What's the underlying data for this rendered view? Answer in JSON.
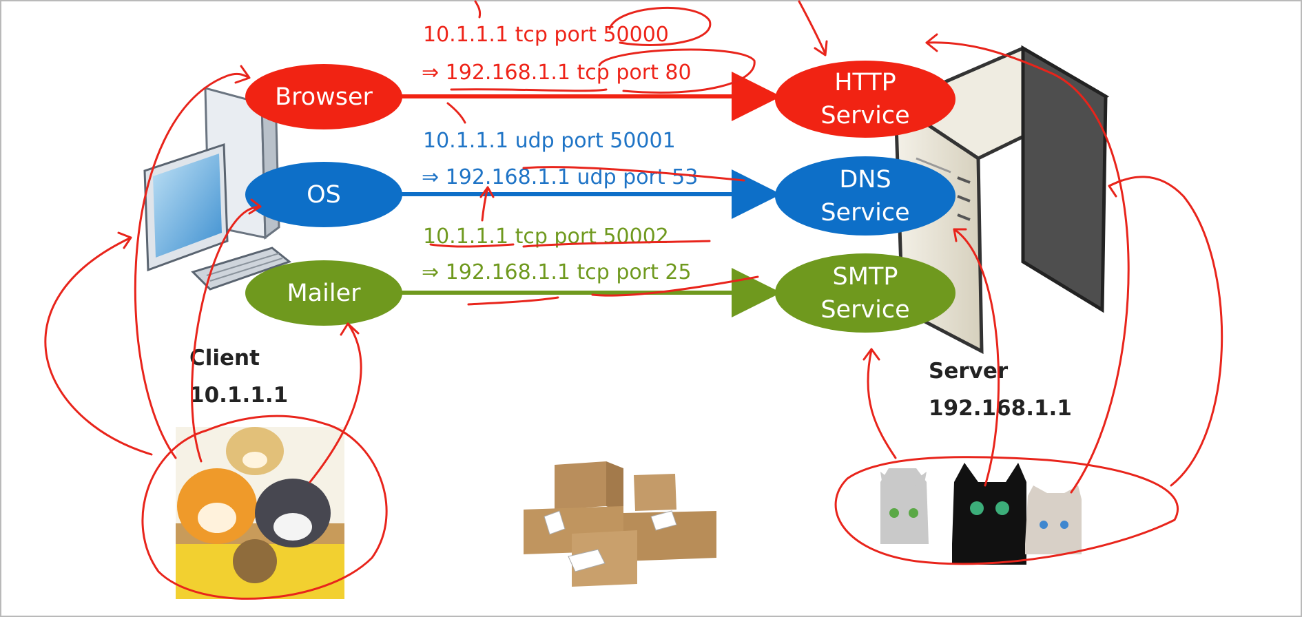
{
  "client": {
    "name": "Client",
    "ip": "10.1.1.1",
    "apps": [
      {
        "label": "Browser",
        "color": "#f12313"
      },
      {
        "label": "OS",
        "color": "#0d6fc8"
      },
      {
        "label": "Mailer",
        "color": "#6f991e"
      }
    ]
  },
  "server": {
    "name": "Server",
    "ip": "192.168.1.1",
    "services": [
      {
        "label": "HTTP\nService",
        "color": "#f12313"
      },
      {
        "label": "DNS\nService",
        "color": "#0d6fc8"
      },
      {
        "label": "SMTP\nService",
        "color": "#6f991e"
      }
    ]
  },
  "connections": [
    {
      "src": "10.1.1.1 tcp port 50000",
      "dst": "⇒ 192.168.1.1 tcp port 80",
      "color": "#ee2318"
    },
    {
      "src": "10.1.1.1 udp port 50001",
      "dst": "⇒ 192.168.1.1 udp port 53",
      "color": "#1f74c6"
    },
    {
      "src": "10.1.1.1 tcp port 50002",
      "dst": "⇒ 192.168.1.1 tcp port 25",
      "color": "#6f991e"
    }
  ],
  "annotation_color": "#e8241b"
}
